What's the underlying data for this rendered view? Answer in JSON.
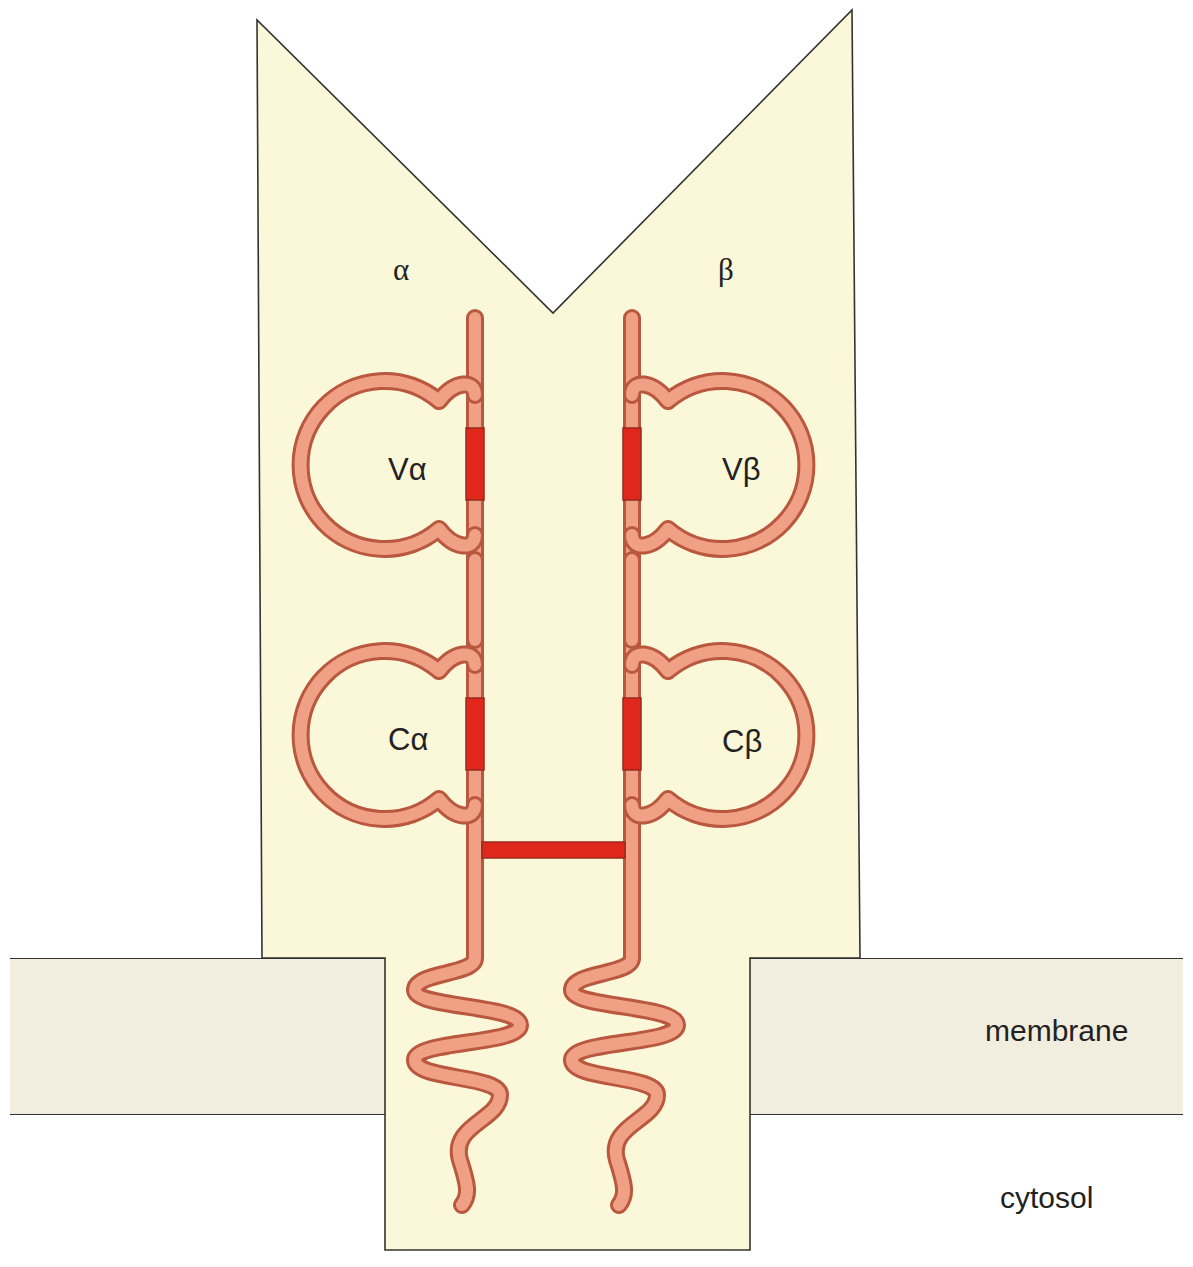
{
  "diagram": {
    "nodes": [
      {
        "text": [
          "α",
          "β"
        ]
      },
      {
        "text": [
          "Vα"
        ],
        "in": 0
      },
      {
        "text": [
          "Vβ"
        ],
        "in": 0
      },
      {
        "text": [
          "Cα"
        ],
        "in": 0
      },
      {
        "text": [
          "Cβ"
        ],
        "in": 0
      },
      {
        "text": [
          "membrane"
        ]
      }
    ],
    "edges": [
      {
        "from": 1,
        "to": 3,
        "arrow": "none"
      },
      {
        "from": 2,
        "to": 4,
        "arrow": "none"
      }
    ],
    "labels": [
      "cytosol"
    ]
  }
}
